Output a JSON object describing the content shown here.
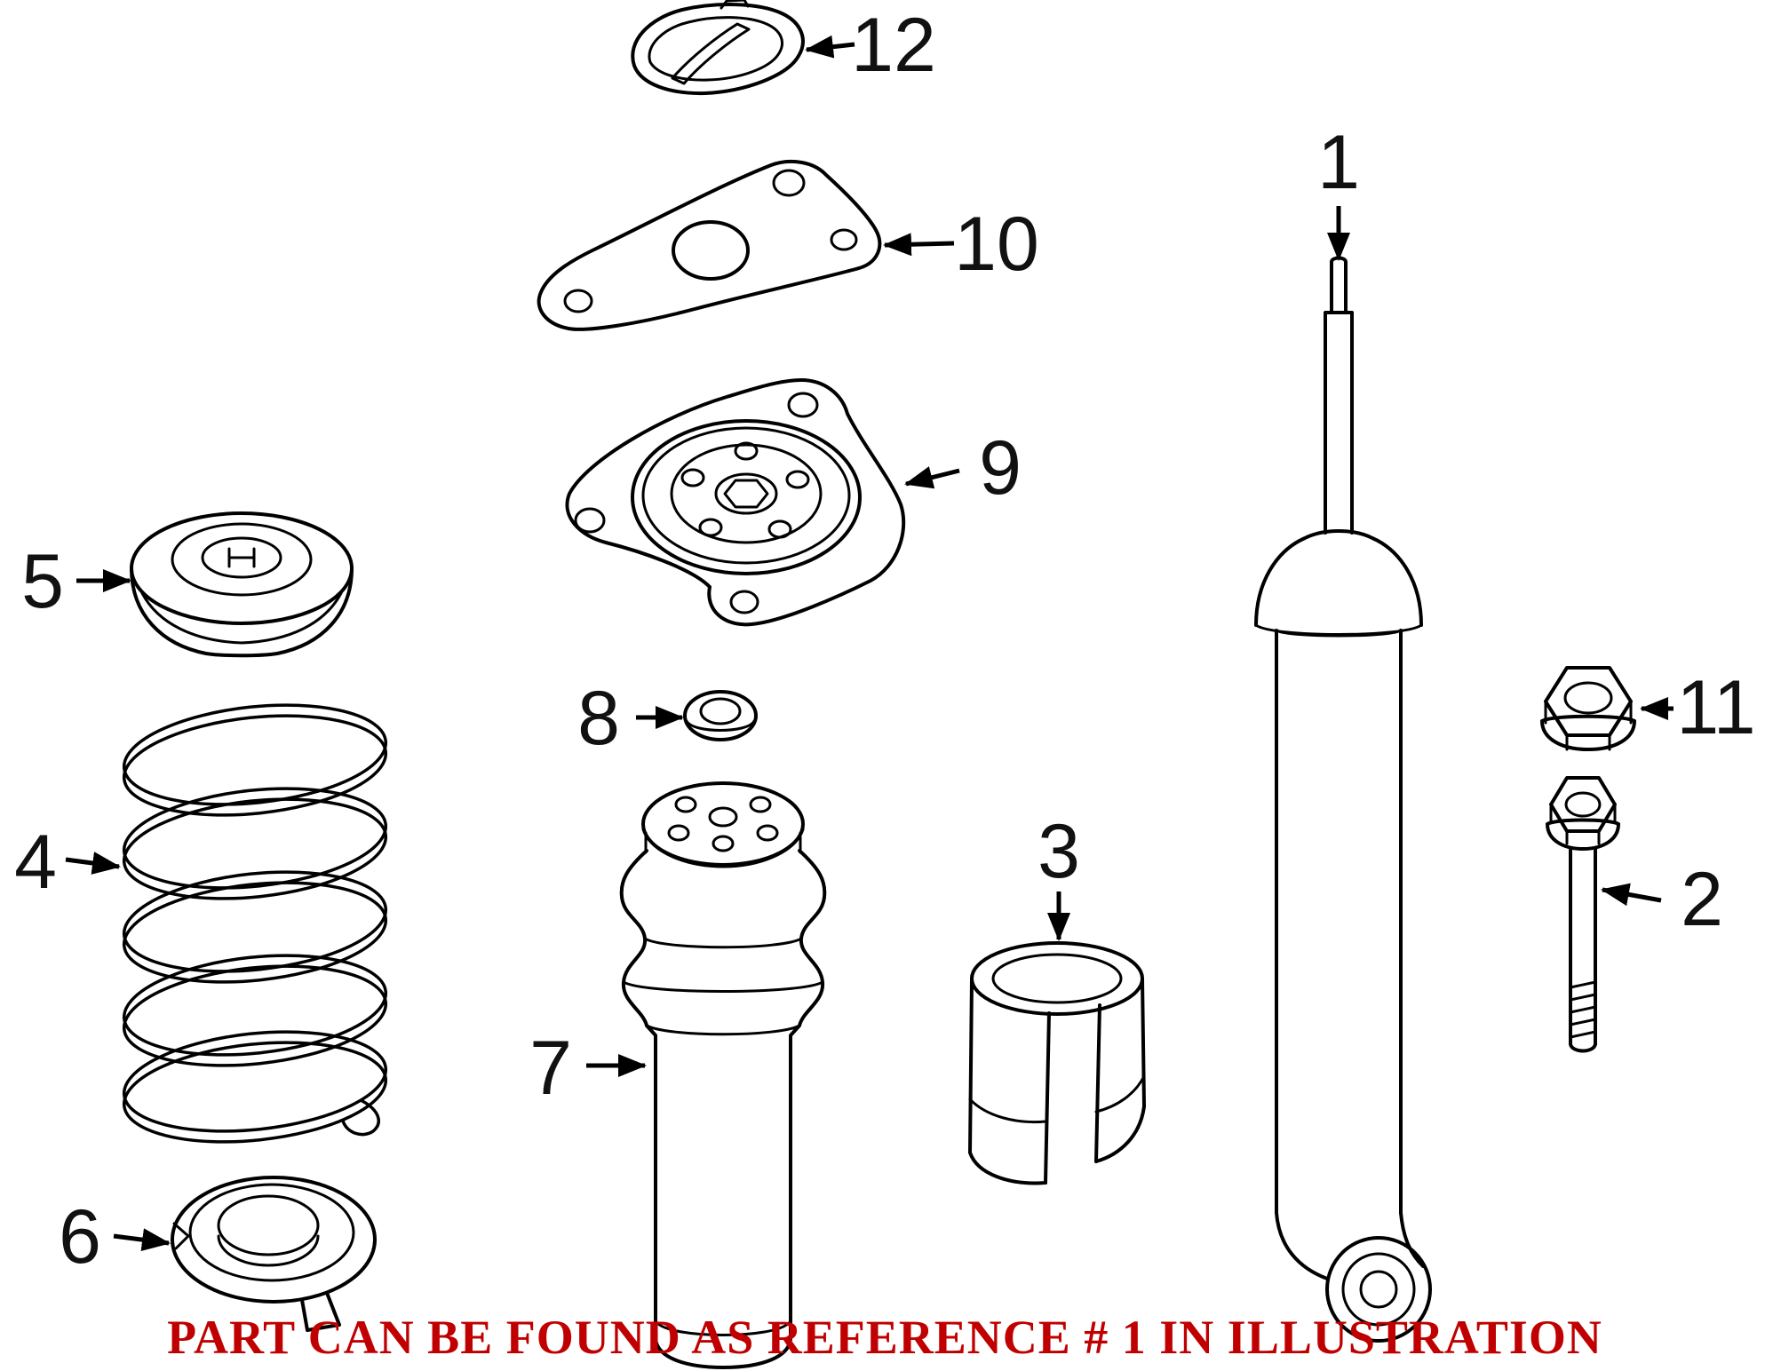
{
  "colors": {
    "background": "#ffffff",
    "line": "#000000",
    "note": "#c00000"
  },
  "note": {
    "text": "PART CAN BE FOUND AS REFERENCE # 1 IN ILLUSTRATION"
  },
  "callouts": [
    {
      "number": "1",
      "part": "shock-absorber"
    },
    {
      "number": "2",
      "part": "bolt"
    },
    {
      "number": "3",
      "part": "bump-stop-sleeve"
    },
    {
      "number": "4",
      "part": "coil-spring"
    },
    {
      "number": "5",
      "part": "upper-spring-seat"
    },
    {
      "number": "6",
      "part": "lower-spring-pad"
    },
    {
      "number": "7",
      "part": "dust-boot"
    },
    {
      "number": "8",
      "part": "washer"
    },
    {
      "number": "9",
      "part": "strut-mount"
    },
    {
      "number": "10",
      "part": "mount-plate"
    },
    {
      "number": "11",
      "part": "nut"
    },
    {
      "number": "12",
      "part": "mount-cap"
    }
  ]
}
